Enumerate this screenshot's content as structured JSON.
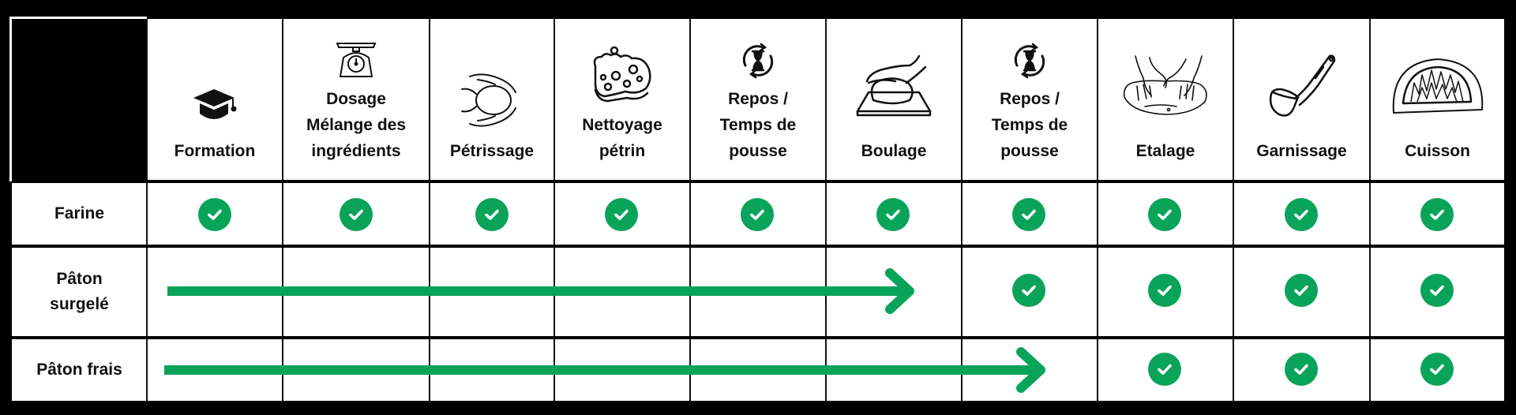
{
  "colors": {
    "accent_green": "#0aa35a",
    "grid": "#111111",
    "corner": "#000000",
    "background": "#000000"
  },
  "columns": [
    {
      "id": "formation",
      "label": "Formation",
      "icon": "graduation-cap-icon"
    },
    {
      "id": "dosage",
      "label": "Dosage\nMélange des\ningrédients",
      "icon": "kitchen-scale-icon"
    },
    {
      "id": "petrissage",
      "label": "Pétrissage",
      "icon": "hands-kneading-dough-icon"
    },
    {
      "id": "nettoyage",
      "label": "Nettoyage\npétrin",
      "icon": "sponge-icon"
    },
    {
      "id": "repos1",
      "label": "Repos /\nTemps de\npousse",
      "icon": "hourglass-cycle-icon"
    },
    {
      "id": "boulage",
      "label": "Boulage",
      "icon": "hand-shaping-dough-icon"
    },
    {
      "id": "repos2",
      "label": "Repos /\nTemps de\npousse",
      "icon": "hourglass-cycle-icon"
    },
    {
      "id": "etalage",
      "label": "Etalage",
      "icon": "hands-stretching-dough-icon"
    },
    {
      "id": "garnissage",
      "label": "Garnissage",
      "icon": "ladle-icon"
    },
    {
      "id": "cuisson",
      "label": "Cuisson",
      "icon": "pizza-oven-icon"
    }
  ],
  "rows": [
    {
      "id": "farine",
      "label": "Farine",
      "checks": [
        true,
        true,
        true,
        true,
        true,
        true,
        true,
        true,
        true,
        true
      ],
      "arrow": null
    },
    {
      "id": "paton-surgele",
      "label": "Pâton\nsurgelé",
      "checks": [
        false,
        false,
        false,
        false,
        false,
        false,
        true,
        true,
        true,
        true
      ],
      "arrow": {
        "from_column": "formation",
        "to_column": "boulage",
        "description": "skipped steps"
      }
    },
    {
      "id": "paton-frais",
      "label": "Pâton frais",
      "checks": [
        false,
        false,
        false,
        false,
        false,
        false,
        false,
        true,
        true,
        true
      ],
      "arrow": {
        "from_column": "formation",
        "to_column": "repos2",
        "description": "skipped steps"
      }
    }
  ]
}
